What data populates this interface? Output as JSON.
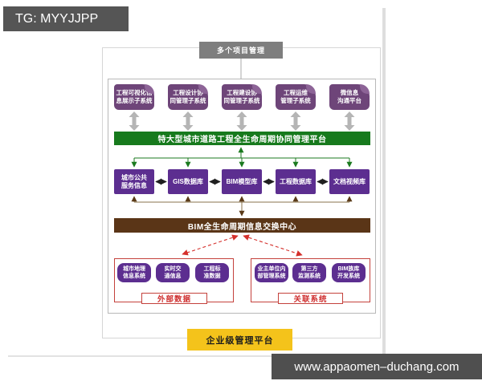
{
  "watermarks": {
    "telegram": "TG: MYYJJPP",
    "site": "www.appaomen–duchang.com"
  },
  "diagram": {
    "top_box": "多个项目管理",
    "subsystems": [
      "工程可视化信\n息展示子系统",
      "工程设计协\n同管理子系统",
      "工程建设协\n同管理子系统",
      "工程运维\n管理子系统",
      "微信息\n沟通平台"
    ],
    "platform_bar": "特大型城市道路工程全生命周期协同管理平台",
    "databases": [
      "城市公共\n服务信息",
      "GIS数据库",
      "BIM模型库",
      "工程数据库",
      "文档视频库"
    ],
    "exchange_bar": "BIM全生命周期信息交换中心",
    "external_group": {
      "label": "外部数据",
      "items": [
        "城市地理\n信息系统",
        "实时交\n通信息",
        "工程标\n准数据"
      ]
    },
    "related_group": {
      "label": "关联系统",
      "items": [
        "业主单位内\n部管理系统",
        "第三方\n监测系统",
        "BIM族库\n开发系统"
      ]
    },
    "enterprise_bar": "企业级管理平台"
  },
  "colors": {
    "subsystem_purple": "#6e4579",
    "database_purple": "#5c2e90",
    "platform_green": "#177a1d",
    "exchange_brown": "#5a3517",
    "enterprise_yellow": "#f4c31b",
    "group_red": "#c4413c",
    "gray_arrow": "#b5b5b5",
    "watermark_gray": "#555555"
  }
}
